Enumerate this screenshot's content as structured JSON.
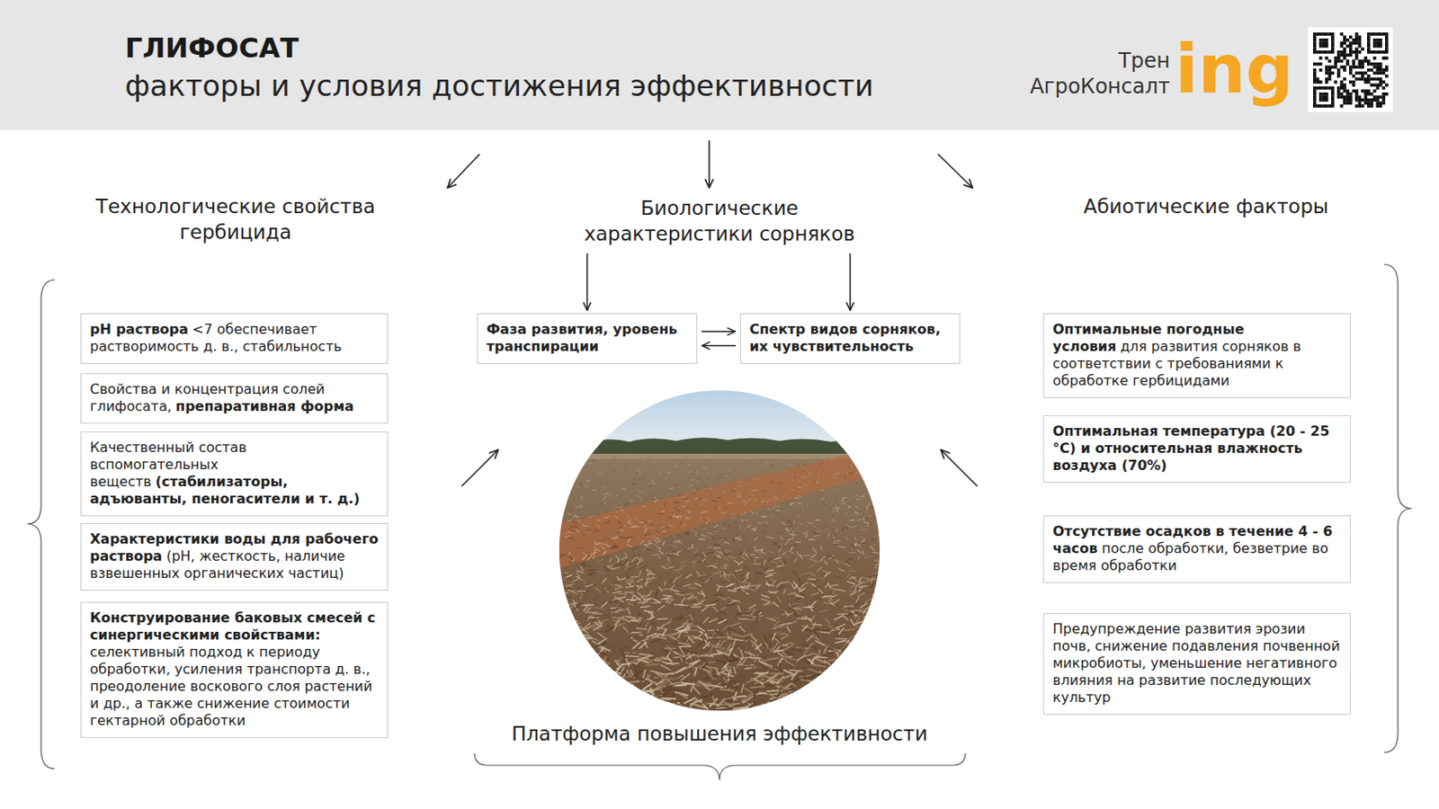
{
  "diagram": {
    "title": "ГЛИФОСАТ",
    "nodes": [
      {
        "text": [
          "pH раствора",
          "<7 обеспечивает растворимость д. в., стабильность"
        ]
      },
      {
        "text": [
          "Свойства и концентрация солей глифосата,",
          "препаративная форма"
        ]
      },
      {
        "text": [
          "Качественный состав вспомогательных веществ",
          "(стабилизаторы, адъюванты, пеногасители и т. д.)"
        ]
      },
      {
        "text": [
          "Характеристики воды для рабочего раствора",
          "(pH, жесткость, наличие взвешенных органических частиц)"
        ]
      },
      {
        "text": [
          "Конструирование баковых смесей с синергическими свойствами:",
          "селективный подход к периоду обработки, усиления транспорта д. в., преодоление воскового слоя растений и др., а также снижение стоимости гектарной обработки"
        ]
      },
      {
        "text": [
          "Биологические характеристики сорняков"
        ]
      },
      {
        "text": [
          "Фаза развития, уровень транспирации"
        ]
      },
      {
        "text": [
          "Спектр видов сорняков, их чувствительность"
        ]
      },
      {
        "text": [
          "Оптимальные погодные условия",
          "для развития сорняков в соответствии с требованиями к обработке гербицидами"
        ]
      },
      {
        "text": [
          "Оптимальная температура (20 - 25 °C) и относительная влажность воздуха (70%)"
        ]
      },
      {
        "text": [
          "Отсутствие осадков в течение 4 - 6 часов",
          "после обработки, безветрие во время обработки"
        ]
      },
      {
        "text": [
          "Предупреждение развития эрозии почв, снижение подавления почвенной микробиоты, уменьшение негативного влияния на развитие последующих культур"
        ]
      }
    ],
    "edges": [
      {
        "from": 5,
        "to": 6,
        "arrow": "to"
      },
      {
        "from": 5,
        "to": 7,
        "arrow": "to"
      },
      {
        "from": 6,
        "to": 7,
        "arrow": "to"
      },
      {
        "from": 7,
        "to": 6,
        "arrow": "to"
      }
    ],
    "labels": [
      "факторы и условия достижения эффективности",
      "Технологические свойства гербицида",
      "Абиотические факторы",
      "Платформа повышения эффективности",
      "Трен",
      "АгроКонсалт",
      "ing"
    ]
  }
}
